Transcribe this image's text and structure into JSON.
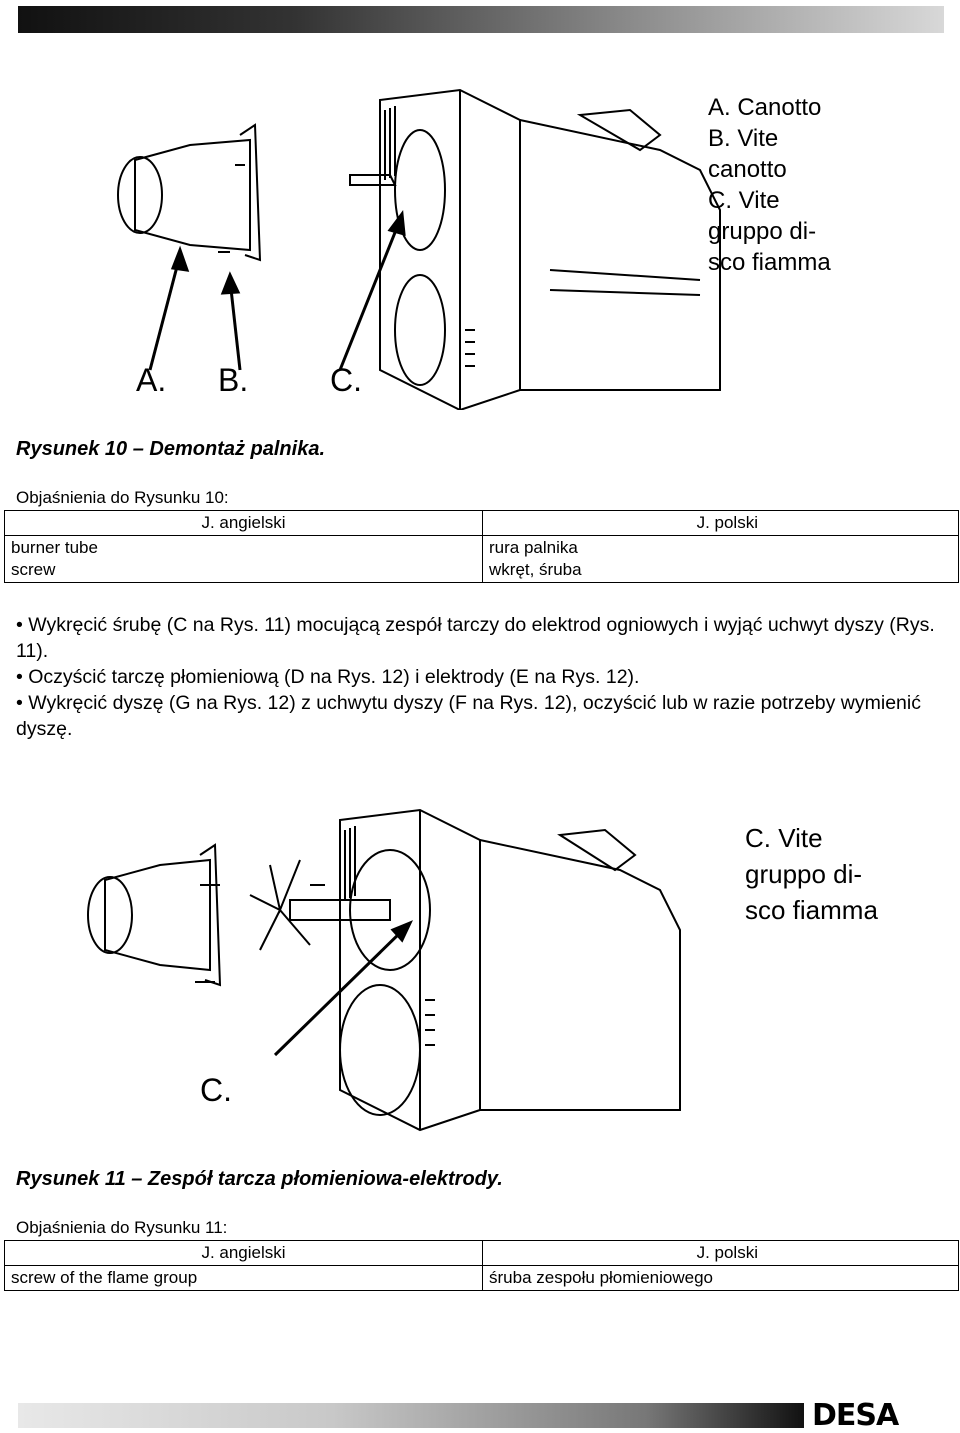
{
  "figure1": {
    "labels": [
      "A.",
      "B.",
      "C."
    ],
    "legend": [
      {
        "letter": "A.",
        "text": "Canotto"
      },
      {
        "letter": "B.",
        "text": "Vite canotto"
      },
      {
        "letter": "C.",
        "text": "Vite gruppo di-sco fiamma"
      }
    ],
    "legend_lines": [
      "A. Canotto",
      "B. Vite",
      "canotto",
      "C. Vite",
      "gruppo di-",
      "sco fiamma"
    ]
  },
  "caption1": "Rysunek 10 – Demontaż palnika.",
  "explain1": "Objaśnienia do Rysunku 10:",
  "table1": {
    "headers": [
      "J. angielski",
      "J. polski"
    ],
    "rows": [
      [
        "burner tube",
        "rura palnika"
      ],
      [
        "screw",
        "wkręt, śruba"
      ]
    ]
  },
  "bullets": [
    "• Wykręcić śrubę (C na Rys. 11) mocującą zespół tarczy do elektrod ogniowych i wyjąć uchwyt dyszy (Rys. 11).",
    "• Oczyścić tarczę płomieniową (D na Rys. 12) i elektrody (E na Rys. 12).",
    "• Wykręcić dyszę (G na Rys. 12) z uchwytu dyszy (F na Rys. 12), oczyścić lub w razie potrzeby wymienić dyszę."
  ],
  "figure2": {
    "label": "C.",
    "legend_lines": [
      "C. Vite",
      "gruppo di-",
      "sco fiamma"
    ]
  },
  "caption2": "Rysunek 11 – Zespół tarcza płomieniowa-elektrody.",
  "explain2": "Objaśnienia do Rysunku 11:",
  "table2": {
    "headers": [
      "J. angielski",
      "J. polski"
    ],
    "rows": [
      [
        "screw of the flame group",
        "śruba zespołu płomieniowego"
      ]
    ]
  },
  "logo": "DESA"
}
